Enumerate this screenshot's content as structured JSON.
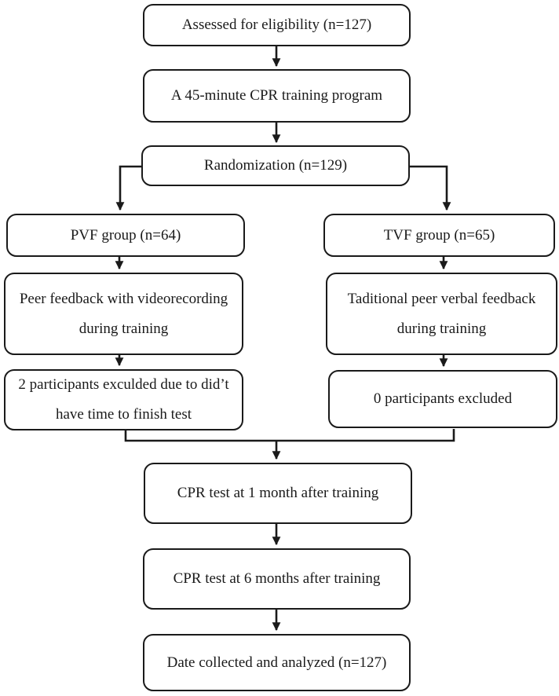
{
  "colors": {
    "background": "#ffffff",
    "node_fill": "#ffffff",
    "node_border": "#1a1a1a",
    "text": "#1a1a1a",
    "arrow": "#1a1a1a"
  },
  "nodes": [
    {
      "id": "assessed",
      "lines": [
        "Assessed for eligibility (n=127)"
      ]
    },
    {
      "id": "cpr-program",
      "lines": [
        "A 45-minute CPR training program"
      ]
    },
    {
      "id": "randomization",
      "lines": [
        "Randomization (n=129)"
      ]
    },
    {
      "id": "pvf-group",
      "lines": [
        "PVF group (n=64)"
      ]
    },
    {
      "id": "tvf-group",
      "lines": [
        "TVF group (n=65)"
      ]
    },
    {
      "id": "pvf-feedback",
      "lines": [
        "Peer feedback with videorecording",
        "during training"
      ]
    },
    {
      "id": "tvf-feedback",
      "lines": [
        "Taditional peer verbal feedback",
        "during training"
      ]
    },
    {
      "id": "pvf-excluded",
      "lines": [
        "2 participants exculded due to did’t",
        "have time to finish test"
      ]
    },
    {
      "id": "tvf-excluded",
      "lines": [
        "0 participants excluded"
      ]
    },
    {
      "id": "test-1-month",
      "lines": [
        "CPR test at 1 month after training"
      ]
    },
    {
      "id": "test-6-months",
      "lines": [
        "CPR test at 6 months after training"
      ]
    },
    {
      "id": "data-analyzed",
      "lines": [
        "Date collected and analyzed (n=127)"
      ]
    }
  ],
  "edges": [
    {
      "from": "assessed",
      "to": "cpr-program"
    },
    {
      "from": "cpr-program",
      "to": "randomization"
    },
    {
      "from": "randomization",
      "to": "pvf-group"
    },
    {
      "from": "randomization",
      "to": "tvf-group"
    },
    {
      "from": "pvf-group",
      "to": "pvf-feedback"
    },
    {
      "from": "tvf-group",
      "to": "tvf-feedback"
    },
    {
      "from": "pvf-feedback",
      "to": "pvf-excluded"
    },
    {
      "from": "tvf-feedback",
      "to": "tvf-excluded"
    },
    {
      "from": "pvf-excluded",
      "to": "test-1-month"
    },
    {
      "from": "tvf-excluded",
      "to": "test-1-month"
    },
    {
      "from": "test-1-month",
      "to": "test-6-months"
    },
    {
      "from": "test-6-months",
      "to": "data-analyzed"
    }
  ]
}
